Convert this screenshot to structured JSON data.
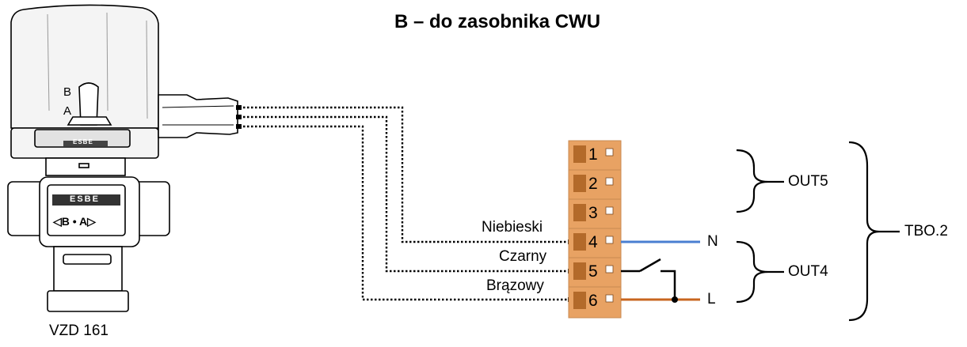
{
  "title": "B – do zasobnika CWU",
  "device": {
    "name": "VZD 161",
    "markings": {
      "position_b": "B",
      "position_a": "A",
      "brand": "ESBE",
      "dial": "◁B • A▷"
    }
  },
  "wires": [
    {
      "label": "Niebieski",
      "terminal": "4"
    },
    {
      "label": "Czarny",
      "terminal": "5"
    },
    {
      "label": "Brązowy",
      "terminal": "6"
    }
  ],
  "terminal_block": {
    "terminals": [
      "1",
      "2",
      "3",
      "4",
      "5",
      "6"
    ],
    "color": "#e8a263"
  },
  "conductors": [
    {
      "label": "N",
      "color": "#4a7fd1"
    },
    {
      "label": "L",
      "color": "#c8651f"
    }
  ],
  "groups": {
    "out5": "OUT5",
    "out4": "OUT4",
    "tbo": "TBO.2"
  }
}
